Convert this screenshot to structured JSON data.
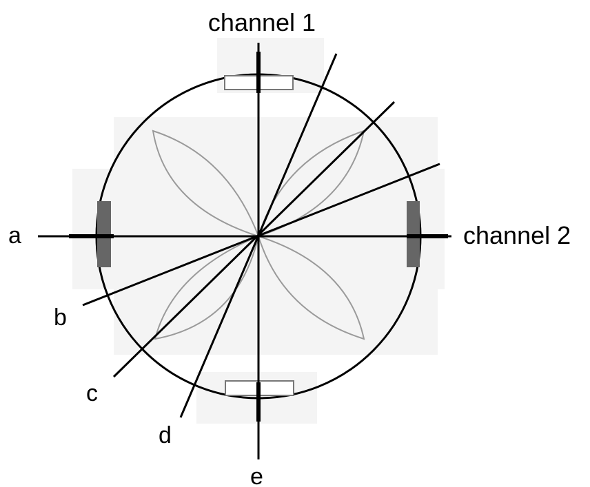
{
  "labels": {
    "channel_1": "channel 1",
    "channel_2": "channel 2",
    "a": "a",
    "b": "b",
    "c": "c",
    "d": "d",
    "e": "e"
  },
  "colors": {
    "background": "#ffffff",
    "panel": "#f4f4f4",
    "outline": "#000000",
    "petal": "#9a9a9a",
    "electrode": "#666666",
    "slit": "#777777"
  }
}
